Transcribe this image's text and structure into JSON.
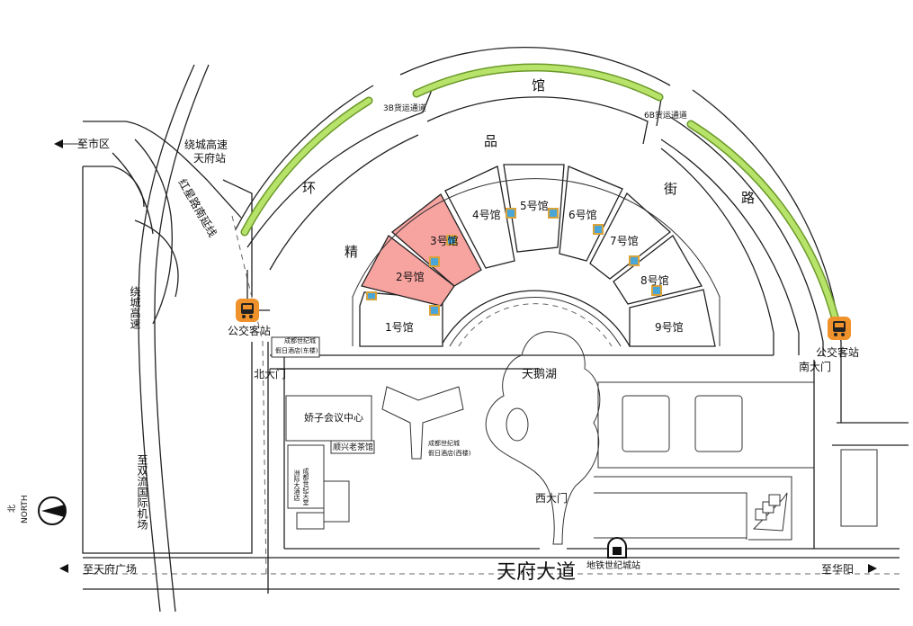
{
  "colors": {
    "highlight_hall": "#f7a3a0",
    "greenbelt": "#b8e36a",
    "greenbelt_edge": "#6b9a2a",
    "bus_stop": "#f0922b",
    "entrance_blue": "#4aa6d6",
    "entrance_gold": "#d9a23a"
  },
  "ring_road": {
    "chars": [
      "精",
      "环",
      "品",
      "馆",
      "街",
      "路"
    ]
  },
  "freight": {
    "left": "3B货运通道",
    "right": "6B货运通道"
  },
  "halls": [
    {
      "label": "1号馆",
      "highlighted": false
    },
    {
      "label": "2号馆",
      "highlighted": true
    },
    {
      "label": "3号馆",
      "highlighted": true
    },
    {
      "label": "4号馆",
      "highlighted": false
    },
    {
      "label": "5号馆",
      "highlighted": false
    },
    {
      "label": "6号馆",
      "highlighted": false
    },
    {
      "label": "7号馆",
      "highlighted": false
    },
    {
      "label": "8号馆",
      "highlighted": false
    },
    {
      "label": "9号馆",
      "highlighted": false
    }
  ],
  "roads": {
    "to_city": "至市区",
    "ring_expressway_station": "绕城高速\n天府站",
    "hongxing_extension": "红星路南延线",
    "ring_expressway": "绕城高速",
    "to_airport": "至双流国际机场",
    "tianfu_square": "至天府广场",
    "tianfu_avenue": "天府大道",
    "to_huayang": "至华阳"
  },
  "places": {
    "bus_stop_left": "公交客站",
    "bus_stop_right": "公交客站",
    "north_gate": "北大门",
    "south_gate": "南大门",
    "west_gate": "西大门",
    "lake": "天鹅湖",
    "conference_center": "娇子会议中心",
    "teahouse": "顺兴老茶馆",
    "hotel_east": "成都世纪城\n假日酒店(东楼)",
    "hotel_west": "成都世纪城\n假日酒店(西楼)",
    "hotel_tiantang": "成都世纪天堂\n洲际大酒店",
    "metro_station": "地铁世纪城站"
  },
  "compass": {
    "north_cn": "北",
    "north_en": "NORTH"
  }
}
